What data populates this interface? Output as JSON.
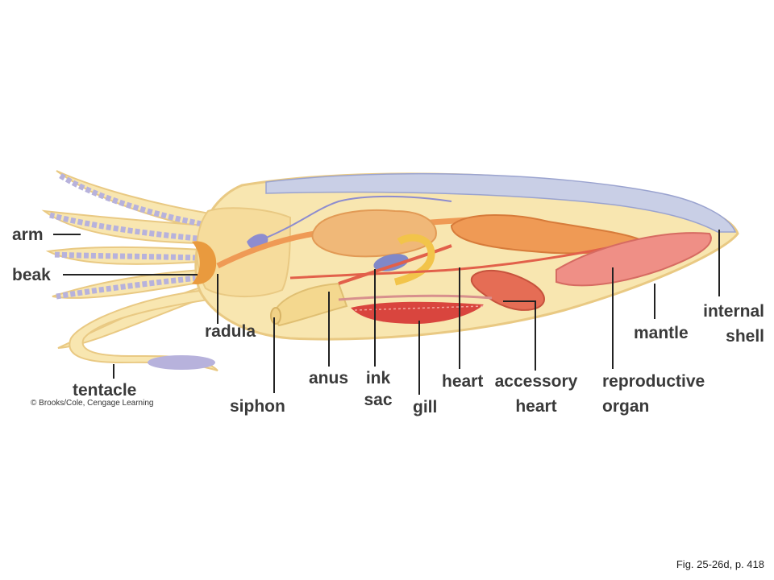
{
  "labels": {
    "arm": "arm",
    "beak": "beak",
    "radula": "radula",
    "tentacle": "tentacle",
    "siphon": "siphon",
    "anus": "anus",
    "ink_sac_1": "ink",
    "ink_sac_2": "sac",
    "gill": "gill",
    "heart": "heart",
    "accessory_heart_1": "accessory",
    "accessory_heart_2": "heart",
    "reproductive_organ_1": "reproductive",
    "reproductive_organ_2": "organ",
    "mantle": "mantle",
    "internal_shell_1": "internal",
    "internal_shell_2": "shell"
  },
  "copyright": "© Brooks/Cole, Cengage Learning",
  "figure_ref": "Fig. 25-26d, p. 418",
  "colors": {
    "body": "#f8e6b0",
    "body_outline": "#e9c983",
    "shell": "#c9cfe6",
    "suckers": "#b7b2dc",
    "organ_orange": "#ef9a55",
    "organ_red": "#e2604a",
    "gill": "#d9453e",
    "ink_sac": "#8088c8",
    "reproductive": "#ef8f86"
  }
}
